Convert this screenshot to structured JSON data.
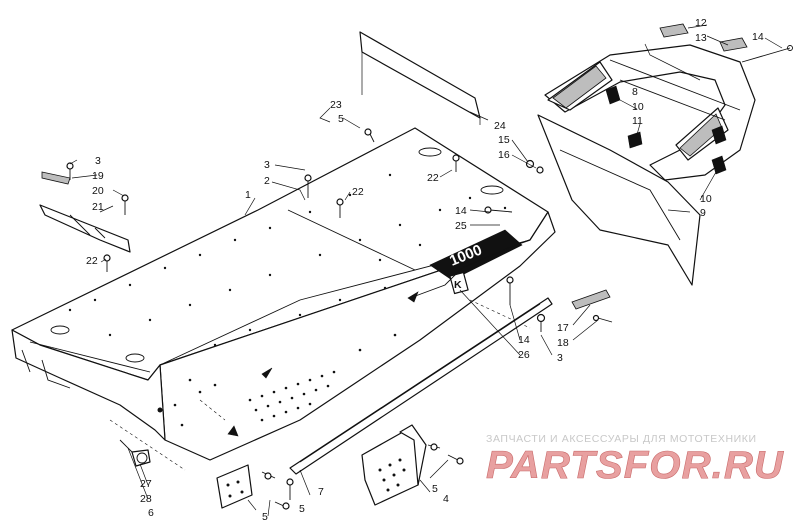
{
  "diagram": {
    "type": "exploded parts diagram",
    "callouts": [
      "1",
      "2",
      "3",
      "3",
      "3",
      "4",
      "5",
      "5",
      "5",
      "5",
      "6",
      "7",
      "8",
      "9",
      "10",
      "10",
      "11",
      "12",
      "13",
      "14",
      "14",
      "14",
      "15",
      "16",
      "17",
      "18",
      "19",
      "20",
      "21",
      "22",
      "22",
      "22",
      "23",
      "24",
      "25",
      "26",
      "27",
      "28"
    ],
    "decal_text": "1000"
  },
  "watermark": {
    "tagline": "ЗАПЧАСТИ И АКСЕССУАРЫ ДЛЯ МОТОТЕХНИКИ",
    "logo_text": "PARTSFOR.RU",
    "logo_color": "#e8a0a0"
  }
}
